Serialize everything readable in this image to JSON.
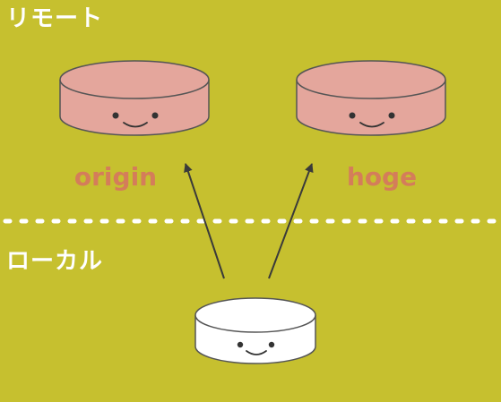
{
  "zones": {
    "remote": "リモート",
    "local": "ローカル"
  },
  "remotes": [
    {
      "name": "origin"
    },
    {
      "name": "hoge"
    }
  ],
  "colors": {
    "background": "#c6c02f",
    "remote_fill": "#e4a69c",
    "remote_label": "#d47d5a",
    "local_fill": "#ffffff",
    "outline": "#555555",
    "divider": "#ffffff",
    "arrow": "#3a3a3a"
  },
  "icons": {
    "remote_repo": "smiling-database-cylinder",
    "local_repo": "smiling-database-cylinder"
  }
}
